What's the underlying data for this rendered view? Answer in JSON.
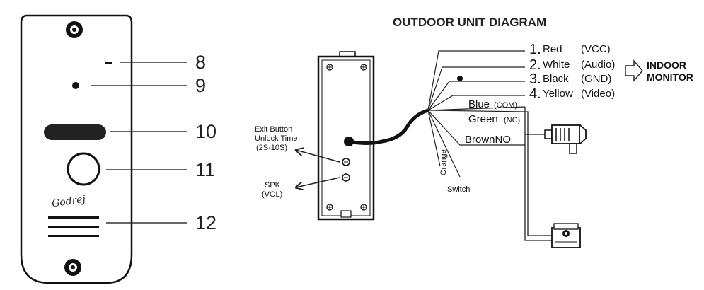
{
  "title": "OUTDOOR UNIT DIAGRAM",
  "brand": "Godrej",
  "callouts": [
    "8",
    "9",
    "10",
    "11",
    "12"
  ],
  "wires": [
    {
      "num": "1.",
      "color": "Red",
      "signal": "(VCC)"
    },
    {
      "num": "2.",
      "color": "White",
      "signal": "(Audio)"
    },
    {
      "num": "3.",
      "color": "Black",
      "signal": "(GND)"
    },
    {
      "num": "4.",
      "color": "Yellow",
      "signal": "(Video)"
    }
  ],
  "lock_wires": {
    "blue": "Blue",
    "blue_sub": "(COM)",
    "green": "Green",
    "green_sub": "(NC)",
    "brown": "BrownNO",
    "orange": "Orange",
    "switch": "Switch"
  },
  "indoor": {
    "line1": "INDOOR",
    "line2": "MONITOR"
  },
  "adjust": {
    "exit_line1": "Exit Button",
    "exit_line2": "Unlock Time",
    "exit_line3": "(2S-10S)",
    "spk_line1": "SPK",
    "spk_line2": "(VOL)"
  }
}
